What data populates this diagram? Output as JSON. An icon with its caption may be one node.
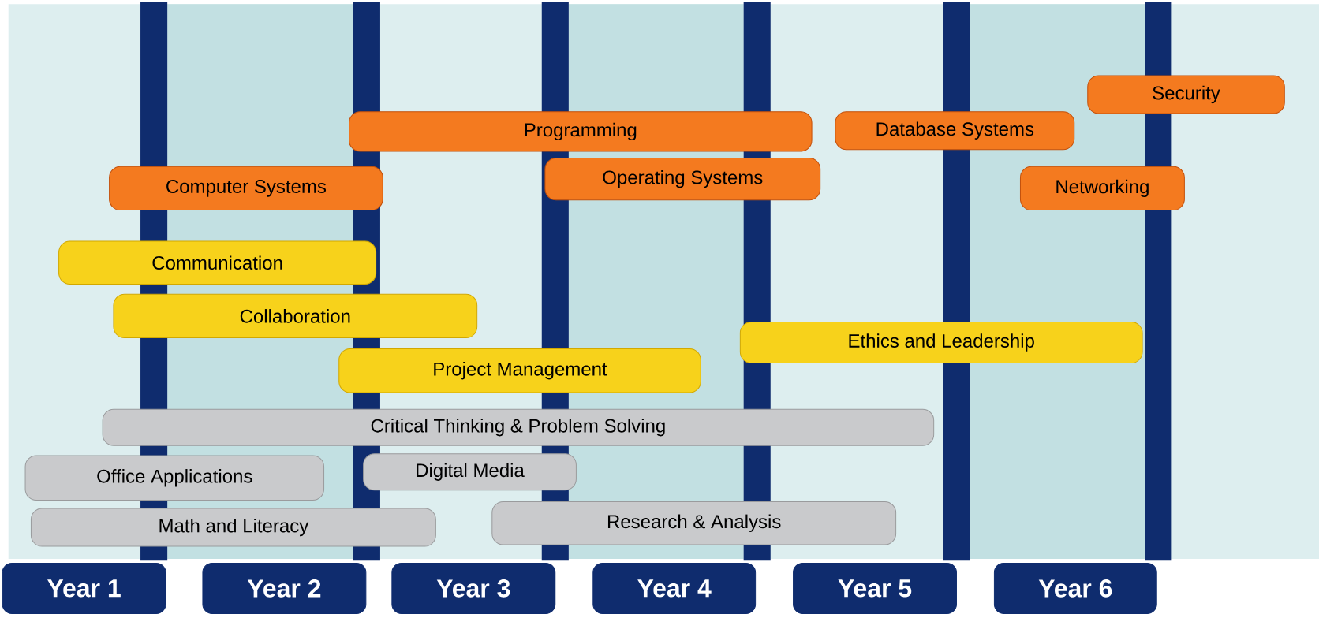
{
  "diagram": {
    "nodes": [
      {
        "text": [
          "Security"
        ]
      },
      {
        "text": [
          "Programming"
        ]
      },
      {
        "text": [
          "Database Systems"
        ]
      },
      {
        "text": [
          "Computer Systems"
        ]
      },
      {
        "text": [
          "Operating Systems"
        ]
      },
      {
        "text": [
          "Networking"
        ]
      },
      {
        "text": [
          "Communication"
        ]
      },
      {
        "text": [
          "Collaboration"
        ]
      },
      {
        "text": [
          "Ethics and Leadership"
        ]
      },
      {
        "text": [
          "Project Management"
        ]
      },
      {
        "text": [
          "Critical Thinking & Problem Solving"
        ]
      },
      {
        "text": [
          "Digital Media"
        ]
      },
      {
        "text": [
          "Office Applications"
        ]
      },
      {
        "text": [
          "Research & Analysis"
        ]
      },
      {
        "text": [
          "Math and Literacy"
        ]
      },
      {
        "text": [
          "Year 1"
        ]
      },
      {
        "text": [
          "Year 2"
        ]
      },
      {
        "text": [
          "Year 3"
        ]
      },
      {
        "text": [
          "Year 4"
        ]
      },
      {
        "text": [
          "Year 5"
        ]
      },
      {
        "text": [
          "Year 6"
        ]
      },
      {
        "text": [],
        "shape": "bar"
      },
      {
        "text": [],
        "shape": "bar"
      },
      {
        "text": [],
        "shape": "bar"
      },
      {
        "text": [],
        "shape": "bar"
      },
      {
        "text": [],
        "shape": "bar"
      },
      {
        "text": [],
        "shape": "bar"
      }
    ]
  }
}
